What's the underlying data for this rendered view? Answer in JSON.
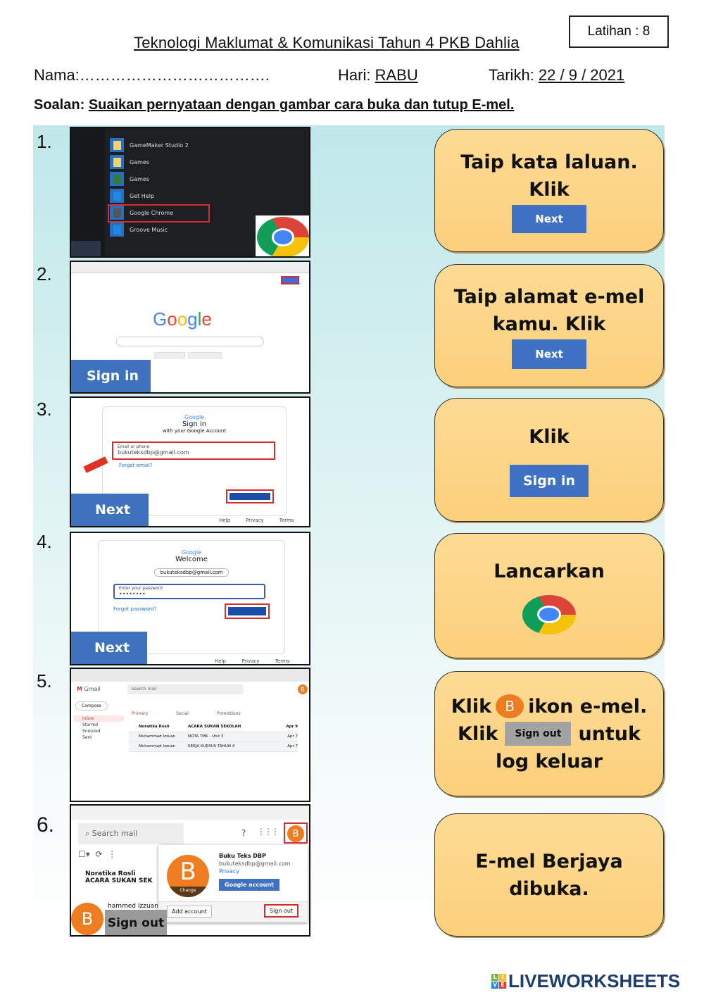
{
  "header": {
    "title": "Teknologi Maklumat & Komunikasi Tahun 4 PKB Dahlia",
    "latihan": "Latihan : 8",
    "nama_label": "Nama:",
    "nama_value": "……………………………….",
    "hari_label": "Hari:",
    "hari_value": "RABU",
    "tarikh_label": "Tarikh:",
    "tarikh_value": "22 / 9 / 2021",
    "question_label": "Soalan:",
    "question_text": "Suaikan pernyataan dengan gambar cara buka dan tutup E-mel."
  },
  "numbers": [
    "1.",
    "2.",
    "3.",
    "4.",
    "5.",
    "6."
  ],
  "shots": {
    "s1": {
      "items": [
        "GameMaker Studio 2",
        "Games",
        "Games",
        "Get Help",
        "Google Chrome",
        "Groove Music"
      ]
    },
    "s2": {
      "logo": [
        "G",
        "o",
        "o",
        "g",
        "l",
        "e"
      ],
      "tag": "Sign in"
    },
    "s3": {
      "logo": "Google",
      "title": "Sign in",
      "subtitle": "with your Google Account",
      "field_label": "Email or phone",
      "field_value": "bukuteksdbp@gmail.com",
      "forgot": "Forgot email?",
      "footer": [
        "Help",
        "Privacy",
        "Terms"
      ],
      "tag": "Next"
    },
    "s4": {
      "logo": "Google",
      "title": "Welcome",
      "account": "bukuteksdbp@gmail.com",
      "field_label": "Enter your password",
      "field_value": "••••••••",
      "forgot": "Forgot password?",
      "footer": [
        "Help",
        "Privacy",
        "Terms"
      ],
      "tag": "Next"
    },
    "s5": {
      "app": "Gmail",
      "search": "Search mail",
      "compose": "Compose",
      "nav": [
        "Inbox",
        "Starred",
        "Snoozed",
        "Sent"
      ],
      "tabs": [
        "Primary",
        "Social",
        "Promotions"
      ],
      "rows": [
        [
          "Noratika Rosli",
          "ACARA SUKAN SEKOLAH",
          "Apr 9"
        ],
        [
          "Muhammad Izzuan",
          "NOTA TMK - Unit 3",
          "Apr 7"
        ],
        [
          "Muhammad Izzuan",
          "KERJA KURSUS TAHUN 4",
          "Apr 7"
        ]
      ]
    },
    "s6": {
      "search": "Search mail",
      "sender": "Noratika Rosli",
      "subject": "ACARA SUKAN SEK",
      "sender2": "hammed Izzuan",
      "name": "Buku Teks DBP",
      "email": "bukuteksdbp@gmail.com",
      "privacy": "Privacy",
      "google_account": "Google account",
      "add_account": "Add account",
      "sign_out": "Sign out",
      "avatar": "B",
      "change": "Change",
      "tag": "Sign out"
    }
  },
  "cards": [
    {
      "line1": "Taip kata laluan.",
      "line2": "Klik",
      "button": "Next"
    },
    {
      "line1": "Taip alamat e-mel",
      "line2": "kamu. Klik",
      "button": "Next"
    },
    {
      "line1": "Klik",
      "button": "Sign in"
    },
    {
      "line1": "Lancarkan"
    },
    {
      "klik1": "Klik",
      "icon_letter": "B",
      "after_icon": "ikon e-mel.",
      "klik2": "Klik",
      "button": "Sign out",
      "after_button": "untuk",
      "line3": "log keluar"
    },
    {
      "line1": "E-mel Berjaya",
      "line2": "dibuka."
    }
  ],
  "footer": {
    "logo": "LIVEWORKSHEETS",
    "logo_tiles": [
      "L",
      "I",
      "V",
      "E"
    ]
  },
  "colors": {
    "card": "#fcd482",
    "blue_button": "#3f72c4",
    "avatar_orange": "#ee7d21",
    "logo_navy": "#1d3d6e"
  }
}
